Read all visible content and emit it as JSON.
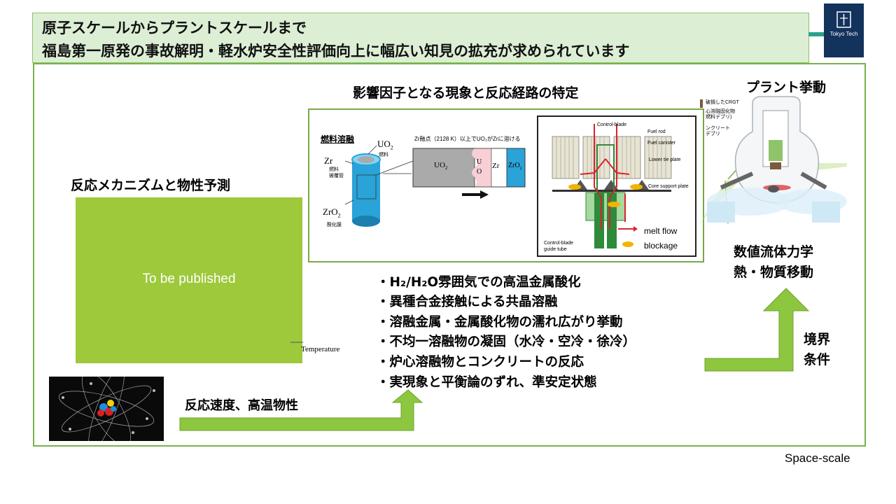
{
  "title": {
    "line1": "原子スケールからプラントスケールまで",
    "line2": "福島第一原発の事故解明・軽水炉安全性評価向上に幅広い知見の拡充が求められています"
  },
  "logo": {
    "text": "Tokyo Tech",
    "icon": "tokyo-tech-emblem-icon"
  },
  "sections": {
    "mechanism": "反応メカニズムと物性予測",
    "phenomena": "影響因子となる現象と反応経路の特定",
    "plant": "プラント挙動"
  },
  "placeholder": {
    "text": "To be published",
    "axis_label": "Temperature"
  },
  "fuel_diagram": {
    "title": "燃料溶融",
    "caption": "Zr融点（2128 K）以上でUO₂がZrに溶ける",
    "zr": "Zr",
    "zr_sub": "燃料\n被覆管",
    "uo2": "UO",
    "uo2_sub": "燃料",
    "zro2": "ZrO",
    "zro2_sub": "酸化膜",
    "layer_uo2": "UO",
    "layer_uo": "U\nO",
    "layer_zr": "Zr",
    "layer_zro2": "ZrO"
  },
  "core_diagram": {
    "control_blade": "Control-blade",
    "fuel_rod": "Fuel rod",
    "fuel_canister": "Fuel canister",
    "lower_tie_plate": "Lower tie plate",
    "core_support_plate": "Core support plate",
    "guide_tube": "Control-blade\nguide tube",
    "melt_flow": "melt flow",
    "blockage": "blockage"
  },
  "plant_diagram": {
    "label1": "破損したCRGT",
    "label2": "心溶融固化物\n燃料デブリ)",
    "label3": "ンクリート\nデブリ"
  },
  "bullets": [
    "・H₂/H₂O雰囲気での高温金属酸化",
    "・異種合金接触による共晶溶融",
    "・溶融金属・金属酸化物の濡れ広がり挙動",
    "・不均一溶融物の凝固（水冷・空冷・徐冷）",
    "・炉心溶融物とコンクリートの反応",
    "・実現象と平衡論のずれ、準安定状態"
  ],
  "arrows": {
    "reaction_label": "反応速度、高温物性",
    "cfd_line1": "数値流体力学",
    "cfd_line2": "熱・物質移動",
    "boundary_line1": "境界",
    "boundary_line2": "条件"
  },
  "footer": "Space-scale",
  "colors": {
    "accent_green": "#8dc63f",
    "frame_green": "#77b34a",
    "title_bg": "#dcefd5",
    "logo_navy": "#13325c"
  }
}
